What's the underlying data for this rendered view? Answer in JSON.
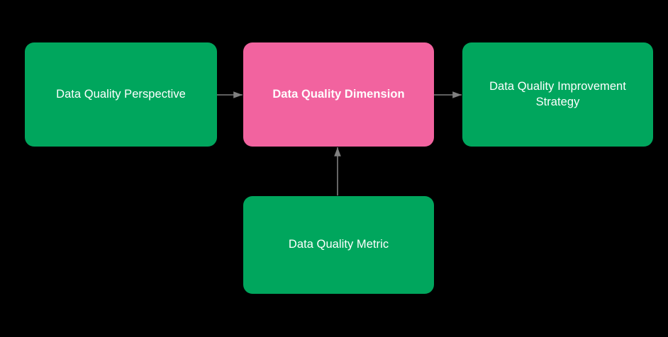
{
  "diagram": {
    "type": "flowchart",
    "background_color": "#000000",
    "nodes": [
      {
        "id": "perspective",
        "label": "Data Quality Perspective",
        "color": "#00a65d",
        "text_color": "#ffffff",
        "bold": false,
        "shape": "rounded-rectangle"
      },
      {
        "id": "dimension",
        "label": "Data Quality Dimension",
        "color": "#f2639f",
        "text_color": "#ffffff",
        "bold": true,
        "shape": "rounded-rectangle"
      },
      {
        "id": "strategy",
        "label": "Data Quality Improvement Strategy",
        "color": "#00a65d",
        "text_color": "#ffffff",
        "bold": false,
        "shape": "rounded-rectangle"
      },
      {
        "id": "metric",
        "label": "Data Quality Metric",
        "color": "#00a65d",
        "text_color": "#ffffff",
        "bold": false,
        "shape": "rounded-rectangle"
      }
    ],
    "edges": [
      {
        "id": "perspective-to-dimension",
        "from": "perspective",
        "to": "dimension",
        "label": "",
        "direction": "forward",
        "color": "#7f7f7f"
      },
      {
        "id": "dimension-to-strategy",
        "from": "dimension",
        "to": "strategy",
        "label": "",
        "direction": "forward",
        "color": "#7f7f7f"
      },
      {
        "id": "metric-dimension",
        "from": "metric",
        "to": "dimension",
        "label": "",
        "direction": "bidirectional",
        "color": "#7f7f7f"
      }
    ]
  }
}
